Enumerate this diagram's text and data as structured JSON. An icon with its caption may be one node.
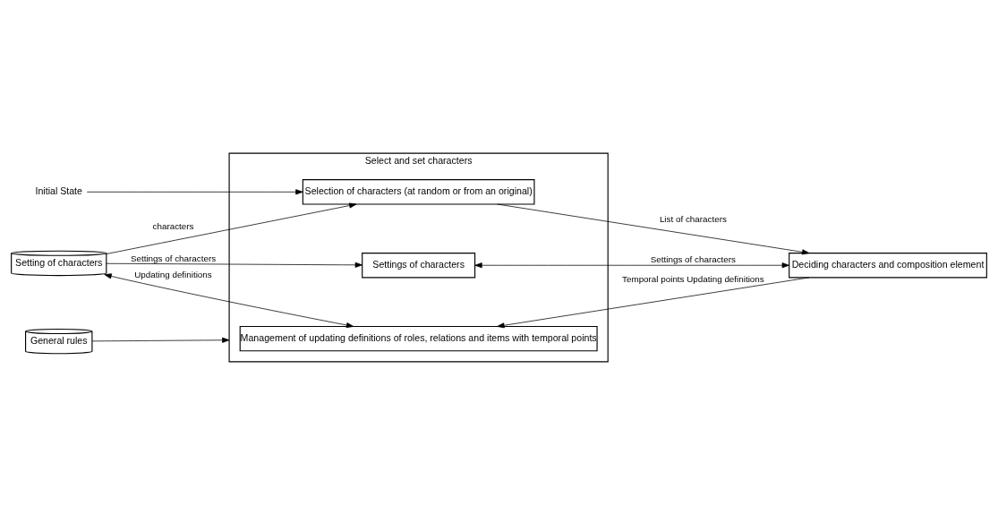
{
  "diagram": {
    "nodes": [
      {
        "text": [
          "Initial State"
        ]
      },
      {
        "text": [
          "Select and set characters"
        ]
      },
      {
        "text": [
          "Selection of characters (at random or from an original)"
        ],
        "in": 1
      },
      {
        "text": [
          "Settings of characters"
        ],
        "in": 1
      },
      {
        "text": [
          "Management of updating definitions of roles, relations and items with temporal points"
        ],
        "in": 1
      },
      {
        "text": [
          "Setting of characters"
        ]
      },
      {
        "text": [
          "Deciding characters and composition element"
        ]
      },
      {
        "text": [
          "General rules"
        ]
      }
    ],
    "edges": [
      {
        "from": 0,
        "to": 2,
        "arrow": "to"
      },
      {
        "from": 5,
        "to": 2,
        "arrow": "to",
        "label": "characters"
      },
      {
        "from": 5,
        "to": 3,
        "arrow": "to",
        "label": "Settings of characters"
      },
      {
        "from": 5,
        "to": 4,
        "arrow": "both",
        "label": "Updating definitions"
      },
      {
        "from": 2,
        "to": 6,
        "arrow": "to",
        "label": "List of characters"
      },
      {
        "from": 3,
        "to": 6,
        "arrow": "both",
        "label": "Settings of characters"
      },
      {
        "from": 6,
        "to": 4,
        "arrow": "to",
        "label": "Temporal points Updating definitions"
      },
      {
        "from": 7,
        "to": 1,
        "arrow": "to"
      }
    ]
  }
}
